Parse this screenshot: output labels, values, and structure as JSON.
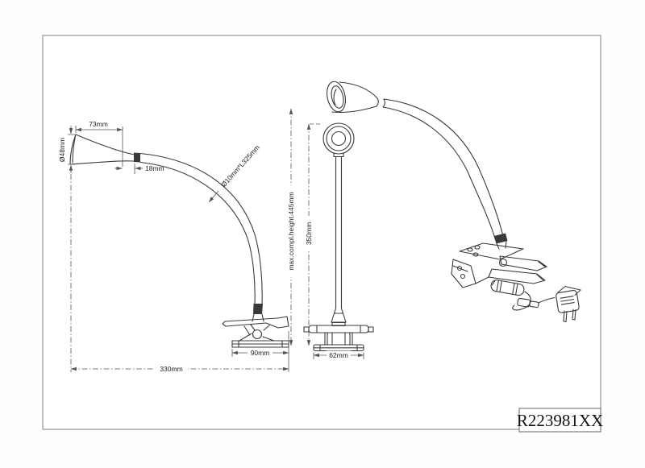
{
  "page": {
    "background": "#fdfefe",
    "frame_color": "#a3a3a3",
    "ink_color": "#3a3a3a"
  },
  "title_block": {
    "part_number": "R223981XX"
  },
  "dimensions": {
    "head_length": "73mm",
    "head_diameter": "Ø48mm",
    "neck_length": "18mm",
    "flex_arm_spec": "Ø10mm*L325mm",
    "overall_width": "330mm",
    "clamp_length": "90mm",
    "max_complete_height": "max.compl.height.445mm",
    "arm_height": "350mm",
    "base_width": "62mm"
  }
}
